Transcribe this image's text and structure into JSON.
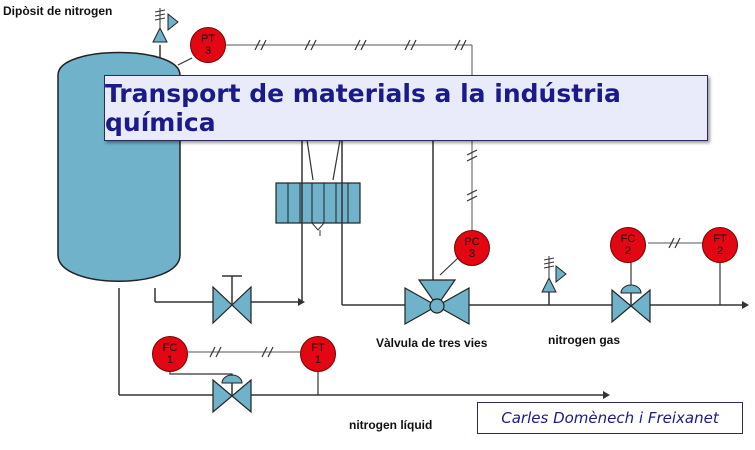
{
  "title": "Transport de materials a la indústria química",
  "author": "Carles Domènech i Freixanet",
  "labels": {
    "tank": "Dipòsit de nitrogen",
    "three_way_valve": "Vàlvula de tres vies",
    "nitrogen_gas": "nitrogen gas",
    "nitrogen_liquid": "nitrogen líquid"
  },
  "instruments": {
    "pt3": {
      "tag": "PT",
      "num": "3"
    },
    "pc3": {
      "tag": "PC",
      "num": "3"
    },
    "fc2": {
      "tag": "FC",
      "num": "2"
    },
    "ft2": {
      "tag": "FT",
      "num": "2"
    },
    "fc1": {
      "tag": "FC",
      "num": "1"
    },
    "ft1": {
      "tag": "FT",
      "num": "1"
    }
  },
  "colors": {
    "vessel": "#6fb2c9",
    "instrument": "#e30613",
    "valve": "#6fb2c9",
    "title_text": "#1a1a8a",
    "line": "#333333"
  }
}
